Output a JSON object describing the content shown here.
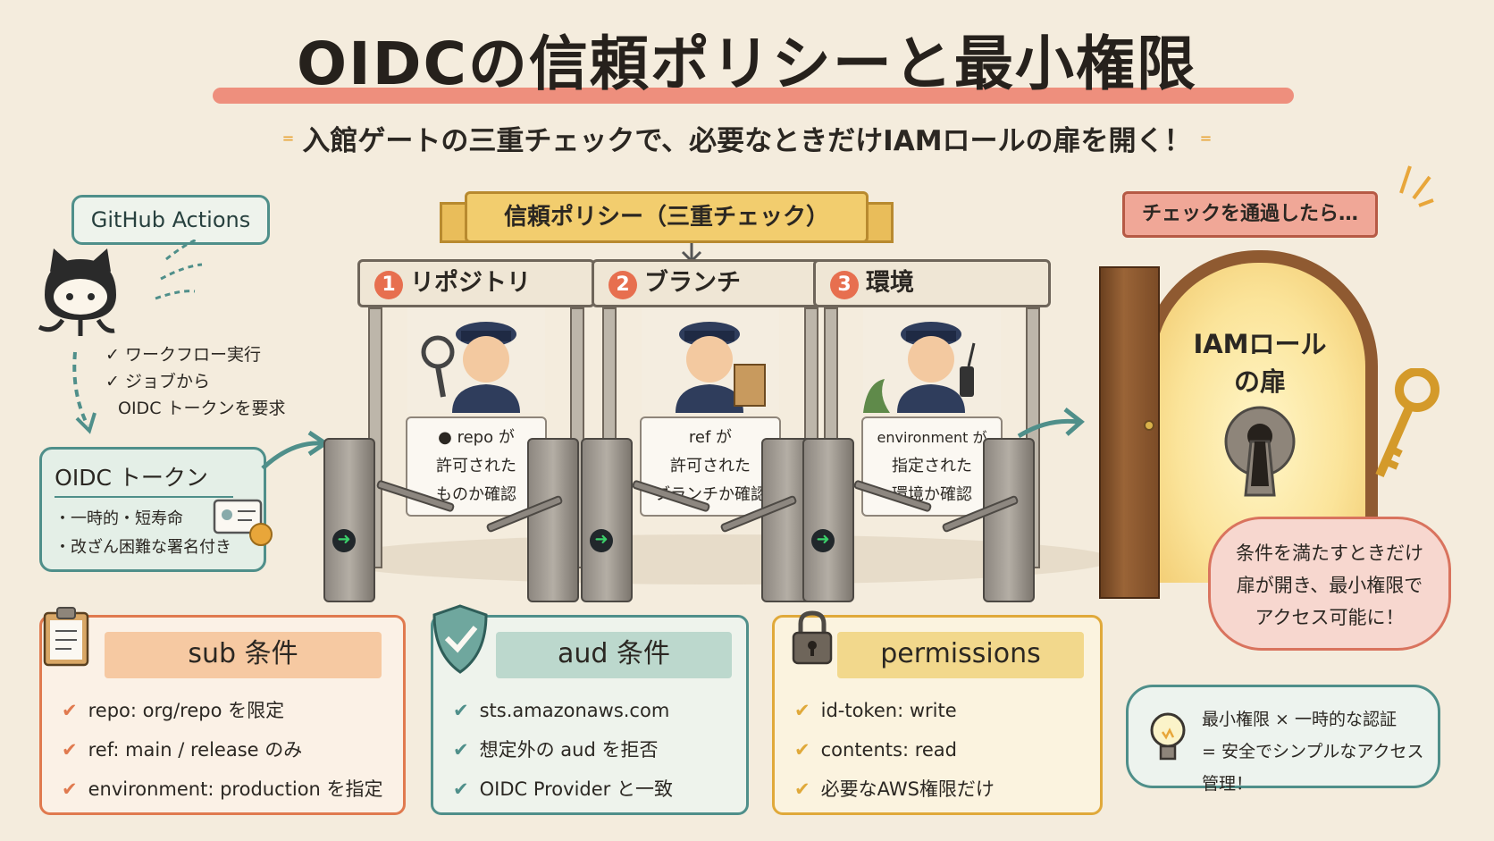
{
  "title": "OIDCの信頼ポリシーと最小権限",
  "subtitle": "入館ゲートの三重チェックで、必要なときだけIAMロールの扉を開く！",
  "actor": {
    "name": "GitHub Actions",
    "steps": [
      "ワークフロー実行",
      "ジョブから",
      "OIDC トークンを要求"
    ]
  },
  "token": {
    "title": "OIDC トークン",
    "items": [
      "一時的・短寿命",
      "改ざん困難な署名付き"
    ]
  },
  "policy_banner": "信頼ポリシー（三重チェック）",
  "gates": [
    {
      "number": "1",
      "label": "リポジトリ",
      "note": [
        "repo が",
        "許可された",
        "ものか確認"
      ]
    },
    {
      "number": "2",
      "label": "ブランチ",
      "note": [
        "ref が",
        "許可された",
        "ブランチか確認"
      ]
    },
    {
      "number": "3",
      "label": "環境",
      "note": [
        "environment が",
        "指定された",
        "環境か確認"
      ]
    }
  ],
  "door": {
    "banner": "チェックを通過したら…",
    "label": [
      "IAMロール",
      "の扉"
    ],
    "callout": [
      "条件を満たすときだけ",
      "扉が開き、最小権限で",
      "アクセス可能に！"
    ]
  },
  "cards": [
    {
      "title": "sub 条件",
      "color": "#e07a4f",
      "items": [
        "repo: org/repo を限定",
        "ref: main / release のみ",
        "environment: production を指定"
      ]
    },
    {
      "title": "aud 条件",
      "color": "#4f8f8a",
      "items": [
        "sts.amazonaws.com",
        "想定外の aud を拒否",
        "OIDC Provider と一致"
      ]
    },
    {
      "title": "permissions",
      "color": "#e0a93a",
      "items": [
        "id-token: write",
        "contents: read",
        "必要なAWS権限だけ"
      ]
    }
  ],
  "insight": [
    "最小権限 × 一時的な認証",
    "= 安全でシンプルなアクセス管理！"
  ]
}
